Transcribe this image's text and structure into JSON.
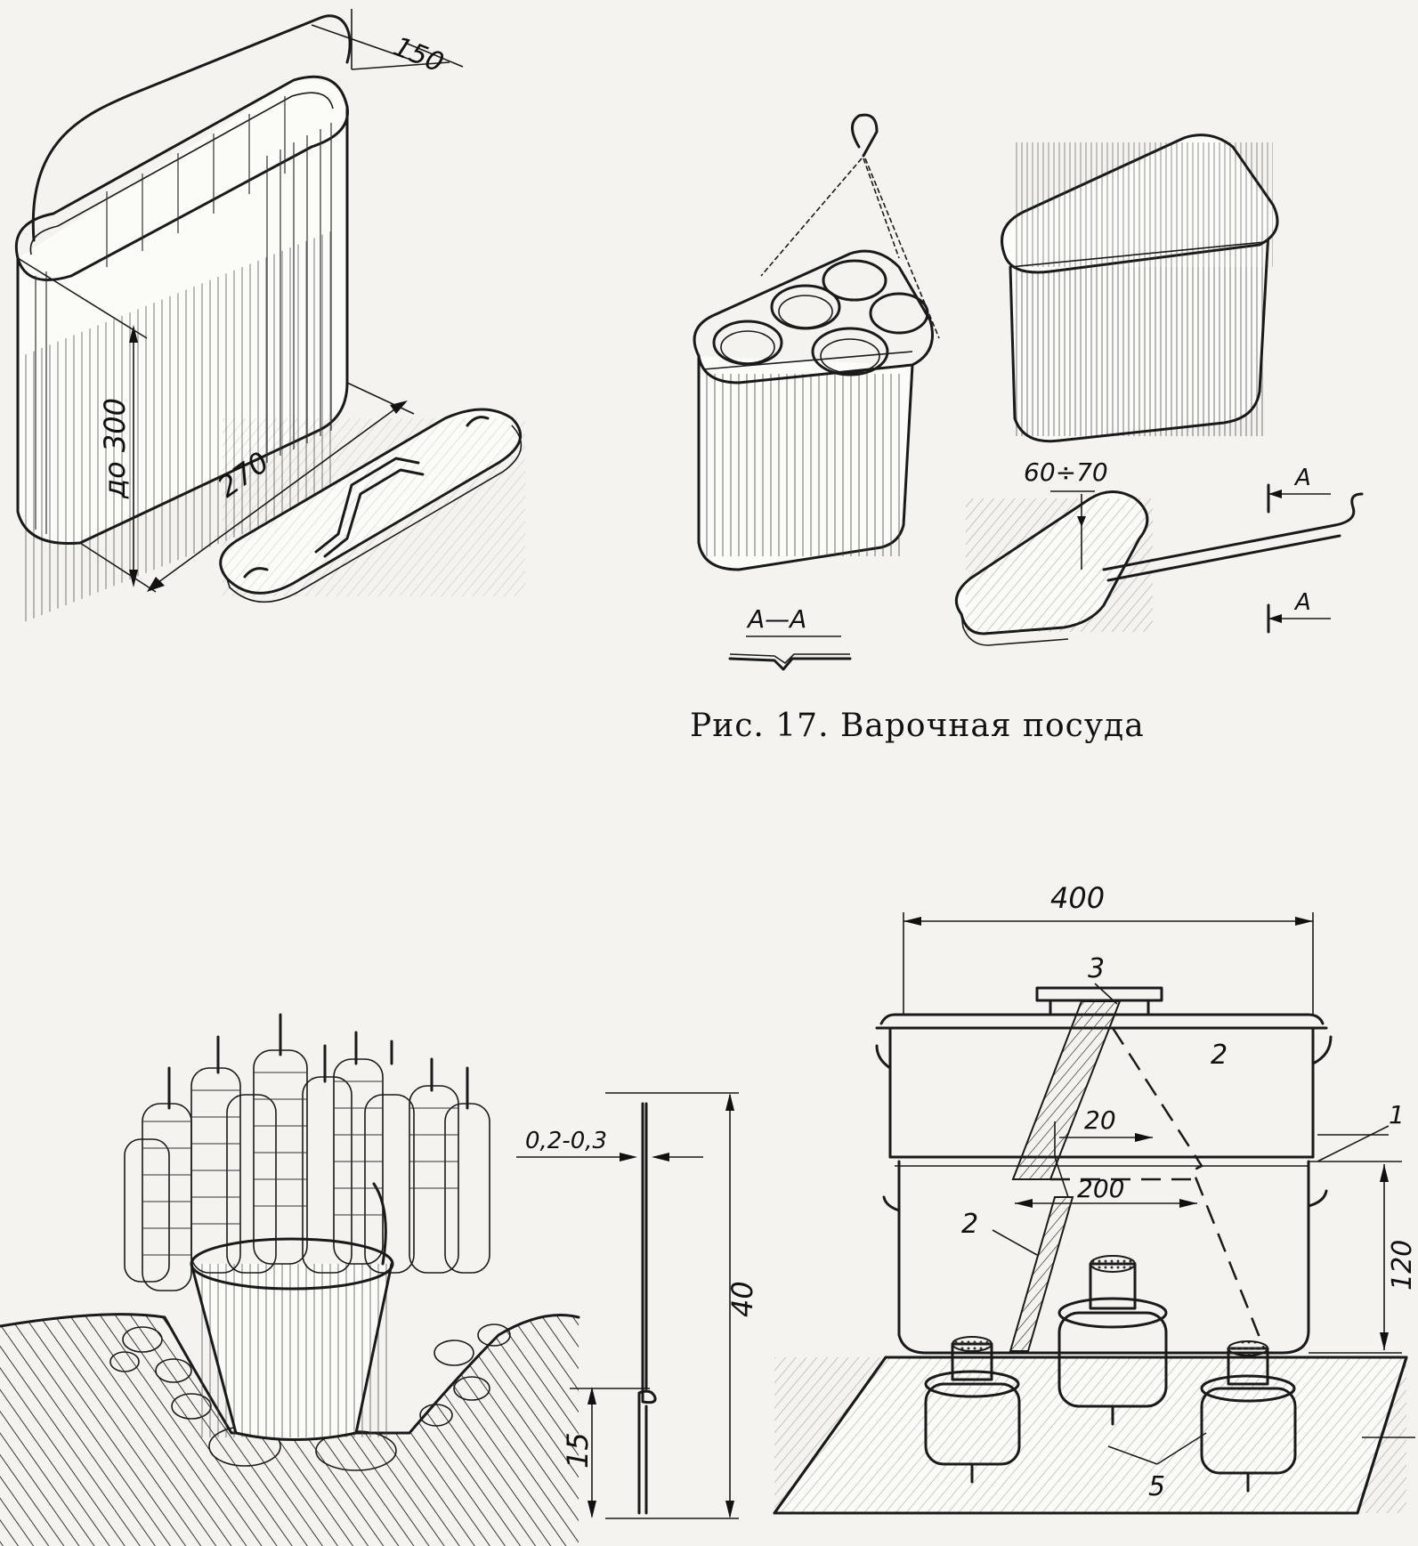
{
  "figure": {
    "caption": "Рис. 17. Варочная посуда"
  },
  "pot": {
    "dim_width": "150",
    "dim_height": "до 300",
    "dim_length": "270"
  },
  "triangle_set": {
    "dim_lid_depth": "60÷70",
    "section_mark_top": "А",
    "section_mark_bottom": "А",
    "section_title": "А—А"
  },
  "skewer": {
    "dim_thickness": "0,2-0,3",
    "dim_total": "40",
    "dim_lower": "15"
  },
  "steamer": {
    "dim_diameter": "400",
    "dim_partition_gap": "20",
    "dim_partition_width": "200",
    "dim_height": "120",
    "label_handle": "3",
    "label_partition_top": "2",
    "label_partition_bottom": "2",
    "label_rim": "1",
    "label_burners": "5"
  }
}
